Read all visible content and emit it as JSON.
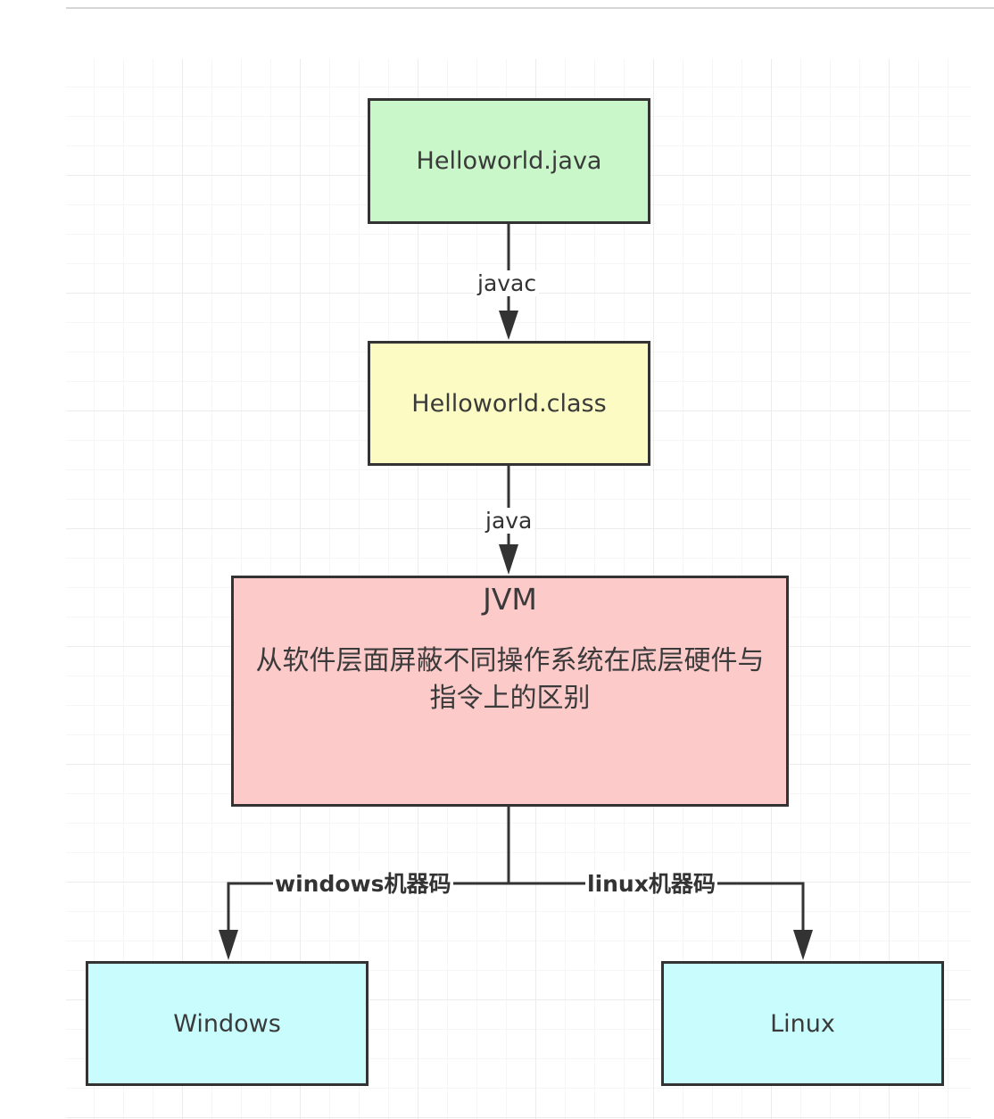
{
  "nodes": {
    "source_file": "Helloworld.java",
    "class_file": "Helloworld.class",
    "jvm_title": "JVM",
    "jvm_description": "从软件层面屏蔽不同操作系统在底层硬件与指令上的区别",
    "windows": "Windows",
    "linux": "Linux"
  },
  "edges": {
    "compile": "javac",
    "run": "java",
    "to_windows": "windows机器码",
    "to_linux": "linux机器码"
  },
  "colors": {
    "source_file": "#c9f7c9",
    "class_file": "#fbfbc3",
    "jvm": "#fdcaca",
    "os": "#c9fdfd",
    "stroke": "#333333"
  }
}
